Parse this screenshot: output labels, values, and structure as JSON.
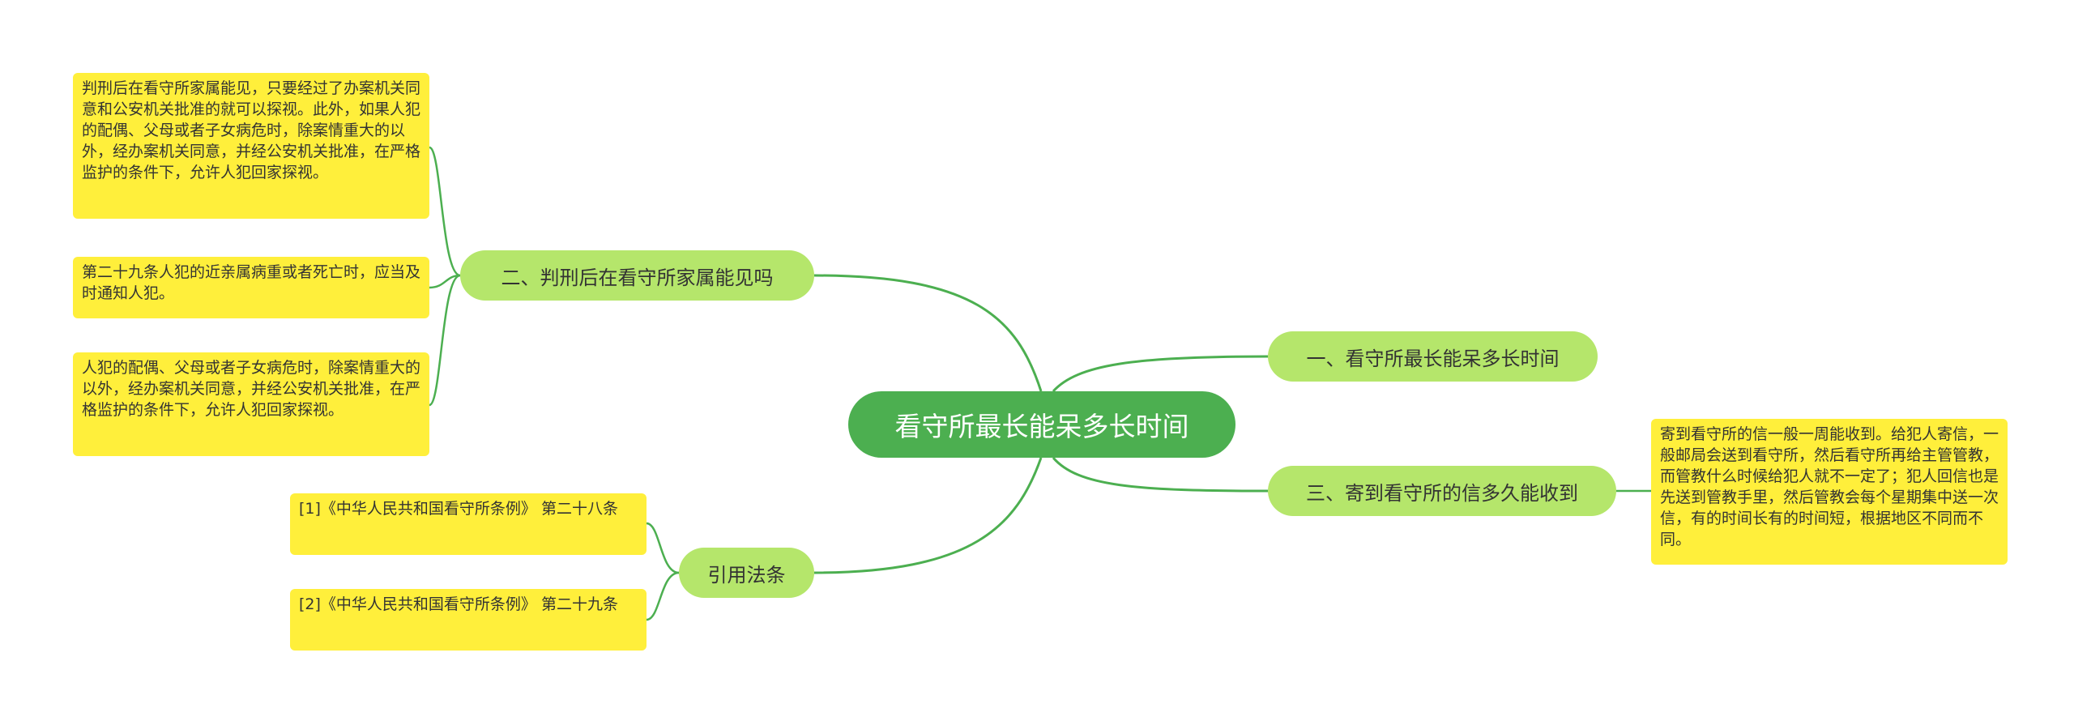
{
  "center": {
    "title": "看守所最长能呆多长时间"
  },
  "branches": {
    "b1": {
      "label": "一、看守所最长能呆多长时间"
    },
    "b2": {
      "label": "二、判刑后在看守所家属能见吗"
    },
    "b3": {
      "label": "三、寄到看守所的信多久能收到"
    },
    "b4": {
      "label": "引用法条"
    }
  },
  "leaves": {
    "b2_1": "判刑后在看守所家属能见，只要经过了办案机关同意和公安机关批准的就可以探视。此外，如果人犯的配偶、父母或者子女病危时，除案情重大的以外，经办案机关同意，并经公安机关批准，在严格监护的条件下，允许人犯回家探视。",
    "b2_2": "第二十九条人犯的近亲属病重或者死亡时，应当及时通知人犯。",
    "b2_3": "人犯的配偶、父母或者子女病危时，除案情重大的以外，经办案机关同意，并经公安机关批准，在严格监护的条件下，允许人犯回家探视。",
    "b3_1": "寄到看守所的信一般一周能收到。给犯人寄信，一般邮局会送到看守所，然后看守所再给主管管教，而管教什么时候给犯人就不一定了；犯人回信也是先送到管教手里，然后管教会每个星期集中送一次信，有的时间长有的时间短，根据地区不同而不同。",
    "b4_1": "[1]《中华人民共和国看守所条例》 第二十八条",
    "b4_2": "[2]《中华人民共和国看守所条例》 第二十九条"
  },
  "colors": {
    "center": "#4caf50",
    "branch": "#b5e66b",
    "leaf": "#ffef3b",
    "link": "#4caf50"
  }
}
